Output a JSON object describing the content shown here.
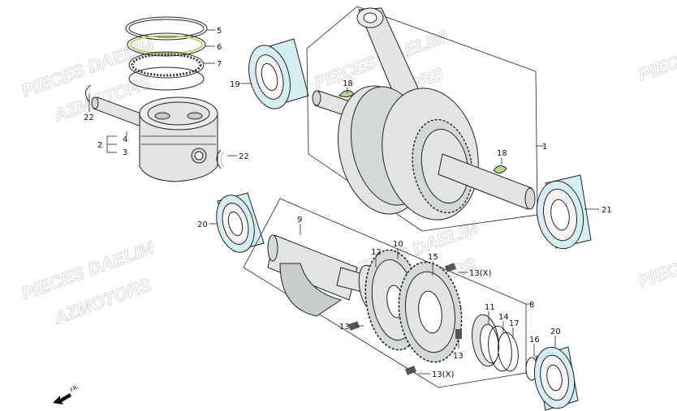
{
  "watermark": {
    "line1": "PIECES DAELIM",
    "line2": "AZMOTORS"
  },
  "direction_label": "FR.",
  "colors": {
    "part_fill": "#e3e5e5",
    "part_shade": "#c9cccc",
    "bearing_fill": "#d5eef2",
    "highlight_green": "#b8d98a",
    "line": "#222222",
    "watermark": "#d8d8d8"
  },
  "callouts": {
    "c1": "1",
    "c2": "2",
    "c3": "3",
    "c4": "4",
    "c5": "5",
    "c6": "6",
    "c7": "7",
    "c8": "8",
    "c9": "9",
    "c10": "10",
    "c11": "11",
    "c12": "12",
    "c13a": "13",
    "c13b": "13",
    "c13x1": "13(X)",
    "c13x2": "13(X)",
    "c14": "14",
    "c15": "15",
    "c16": "16",
    "c17": "17",
    "c18a": "18",
    "c18b": "18",
    "c19": "19",
    "c20a": "20",
    "c20b": "20",
    "c21": "21",
    "c22a": "22",
    "c22b": "22"
  }
}
